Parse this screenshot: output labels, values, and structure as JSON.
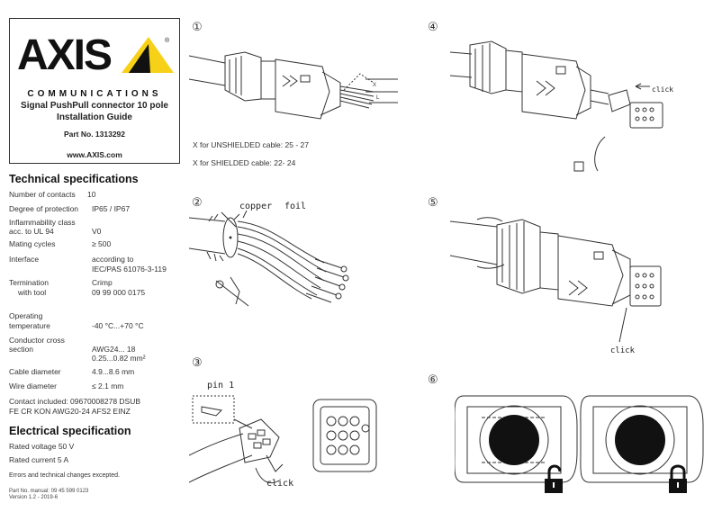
{
  "logo": {
    "text": "AXIS",
    "tagline": "COMMUNICATIONS",
    "reg": "®"
  },
  "guide": {
    "title_line1": "Signal PushPull connector 10 pole",
    "title_line2": "Installation Guide",
    "part_no": "Part No. 1313292",
    "website": "www.AXIS.com"
  },
  "tech": {
    "heading": "Technical specifications",
    "rows": [
      {
        "key": "Number of contacts",
        "value": "10"
      },
      {
        "key": "Degree of protection",
        "value": "IP65 / IP67"
      },
      {
        "key": "Inflammability class",
        "key2": "acc. to UL 94",
        "value": "V0"
      },
      {
        "key": "Mating cycles",
        "value": "≥ 500"
      },
      {
        "key": "Interface",
        "value": "according to",
        "value2": "IEC/PAS 61076-3-119"
      },
      {
        "key": "Termination",
        "key2": "with tool",
        "value": "Crimp",
        "value2": "09 99 000 0175"
      },
      {
        "key": "Operating",
        "key2": "temperature",
        "value": "-40 °C...+70 °C"
      },
      {
        "key": "Conductor cross",
        "key2": "section",
        "value": "AWG24... 18",
        "value2": "0.25...0.82 mm²"
      },
      {
        "key": "Cable diameter",
        "value": "4.9...8.6 mm"
      },
      {
        "key": "Wire diameter",
        "value": "≤ 2.1 mm"
      }
    ],
    "contact_line1": "Contact included:    09670008278 DSUB",
    "contact_line2": "FE CR KON AWG20-24 AFS2 EINZ"
  },
  "elec": {
    "heading": "Electrical specification",
    "voltage": "Rated voltage  50 V",
    "current": "Rated current  5 A",
    "errors": "Errors and technical changes excepted.",
    "manual": "Part No. manual: 09 45 599 0123",
    "version": "Version 1.2 - 2019-6"
  },
  "steps": {
    "s1": "①",
    "s2": "②",
    "s3": "③",
    "s4": "④",
    "s5": "⑤",
    "s6": "⑥",
    "x_unshielded": "X for UNSHIELDED cable:   25 - 27",
    "x_shielded": "X for SHIELDED cable:     22- 24",
    "copper": "copper",
    "foil": "foil",
    "pin1": "pin 1",
    "click": "click",
    "dim_x": "X",
    "dim_l": "L"
  },
  "colors": {
    "accent_yellow": "#f7d117",
    "ink": "#222222",
    "lock": "#111111"
  }
}
